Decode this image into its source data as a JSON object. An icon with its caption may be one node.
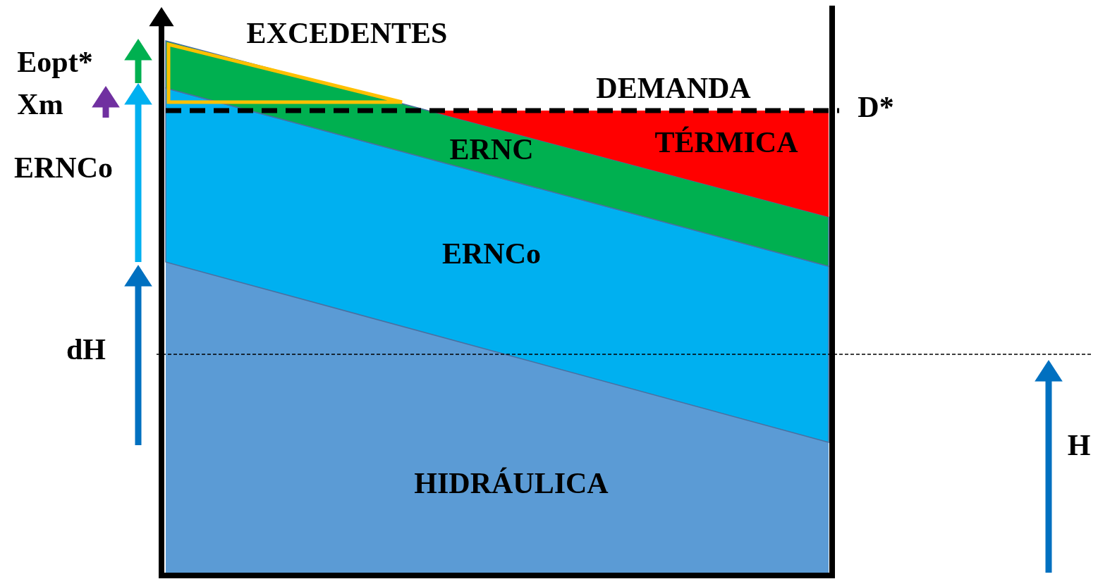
{
  "diagram": {
    "labels": [
      "EXCEDENTES",
      "Eopt*",
      "DEMANDA",
      "Xm",
      "D*",
      "TÉRMICA",
      "ERNC",
      "ERNCo",
      "ERNCo",
      "dH",
      "HIDRÁULICA",
      "H"
    ]
  }
}
